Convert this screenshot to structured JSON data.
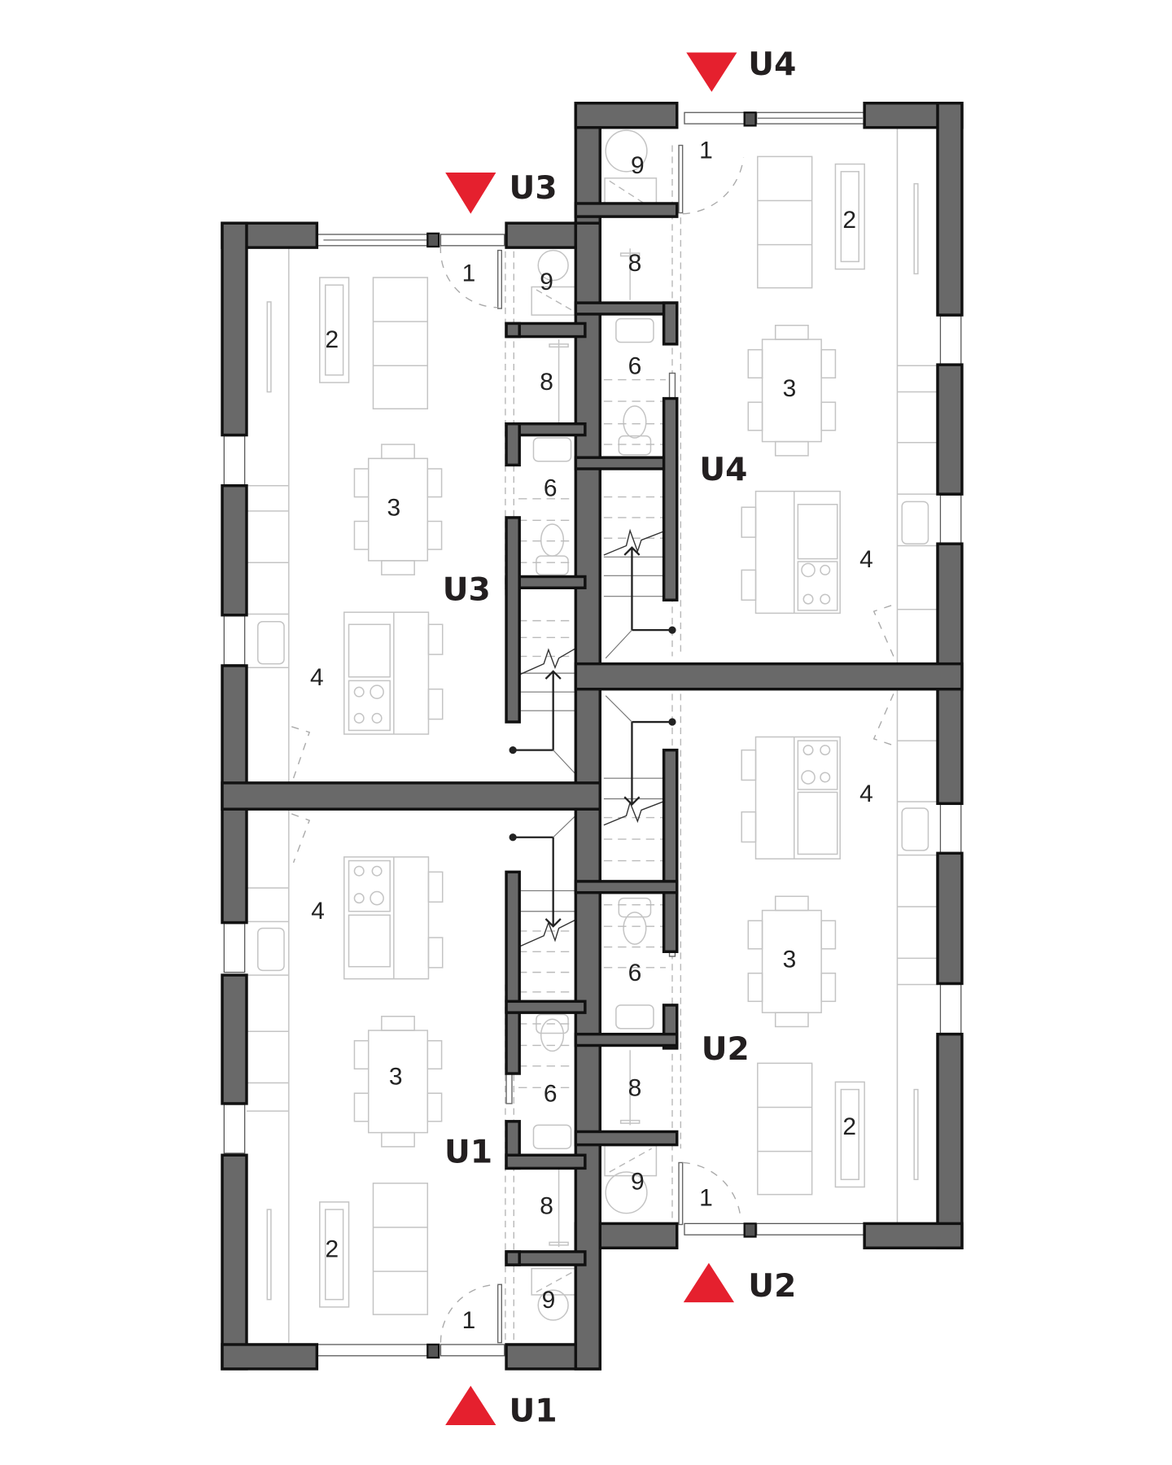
{
  "drawing": {
    "type": "architectural floor plan",
    "description": "Ground floor plan of a four-unit stacked townhouse block (U1–U4)",
    "colors": {
      "wall_fill": "#696969",
      "wall_stroke": "#111111",
      "furniture_line": "#c4c4c4",
      "entry_marker": "#e5202e",
      "label_text": "#231f20"
    }
  },
  "entry_markers": [
    {
      "unit": "U4",
      "label": "U4",
      "direction": "down"
    },
    {
      "unit": "U3",
      "label": "U3",
      "direction": "down"
    },
    {
      "unit": "U2",
      "label": "U2",
      "direction": "up"
    },
    {
      "unit": "U1",
      "label": "U1",
      "direction": "up"
    }
  ],
  "units": [
    {
      "id": "U3",
      "label": "U3",
      "rooms": [
        {
          "num": "1",
          "name": "entry"
        },
        {
          "num": "2",
          "name": "living"
        },
        {
          "num": "3",
          "name": "dining"
        },
        {
          "num": "4",
          "name": "kitchen"
        },
        {
          "num": "6",
          "name": "powder room"
        },
        {
          "num": "8",
          "name": "closet"
        },
        {
          "num": "9",
          "name": "laundry"
        }
      ]
    },
    {
      "id": "U4",
      "label": "U4",
      "rooms": [
        {
          "num": "1",
          "name": "entry"
        },
        {
          "num": "2",
          "name": "living"
        },
        {
          "num": "3",
          "name": "dining"
        },
        {
          "num": "4",
          "name": "kitchen"
        },
        {
          "num": "6",
          "name": "powder room"
        },
        {
          "num": "8",
          "name": "closet"
        },
        {
          "num": "9",
          "name": "laundry"
        }
      ]
    },
    {
      "id": "U1",
      "label": "U1",
      "rooms": [
        {
          "num": "1",
          "name": "entry"
        },
        {
          "num": "2",
          "name": "living"
        },
        {
          "num": "3",
          "name": "dining"
        },
        {
          "num": "4",
          "name": "kitchen"
        },
        {
          "num": "6",
          "name": "powder room"
        },
        {
          "num": "8",
          "name": "closet"
        },
        {
          "num": "9",
          "name": "laundry"
        }
      ]
    },
    {
      "id": "U2",
      "label": "U2",
      "rooms": [
        {
          "num": "1",
          "name": "entry"
        },
        {
          "num": "2",
          "name": "living"
        },
        {
          "num": "3",
          "name": "dining"
        },
        {
          "num": "4",
          "name": "kitchen"
        },
        {
          "num": "6",
          "name": "powder room"
        },
        {
          "num": "8",
          "name": "closet"
        },
        {
          "num": "9",
          "name": "laundry"
        }
      ]
    }
  ]
}
